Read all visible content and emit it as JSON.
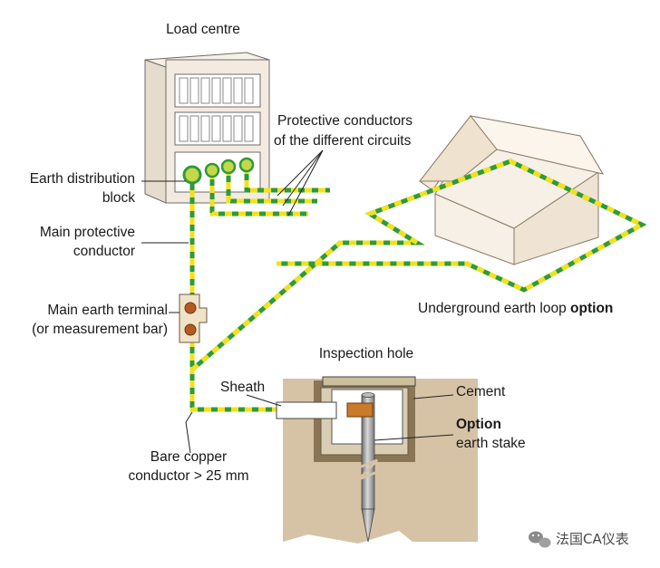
{
  "labels": {
    "load_centre": "Load centre",
    "protective_line1": "Protective conductors",
    "protective_line2": "of the different circuits",
    "earth_dist_line1": "Earth distribution",
    "earth_dist_line2": "block",
    "main_prot_line1": "Main protective",
    "main_prot_line2": "conductor",
    "main_earth_line1": "Main earth terminal",
    "main_earth_line2": "(or measurement bar)",
    "underground_prefix": "Underground earth loop ",
    "underground_bold": "option",
    "inspection_hole": "Inspection hole",
    "sheath": "Sheath",
    "cement": "Cement",
    "option_bold": "Option",
    "earth_stake": "earth stake",
    "bare_line1": "Bare copper",
    "bare_line2": "conductor > 25 mm"
  },
  "watermark": {
    "text": "法国CA仪表"
  },
  "colors": {
    "earth_green": "#2e9a3a",
    "earth_yellow": "#f2e21c",
    "soil": "#d6c3a6",
    "cabinet": "#f3ebe0",
    "terminal_brown": "#b55a20",
    "sheath_orange": "#c97b2a",
    "house_wall": "#f7f0e6"
  }
}
